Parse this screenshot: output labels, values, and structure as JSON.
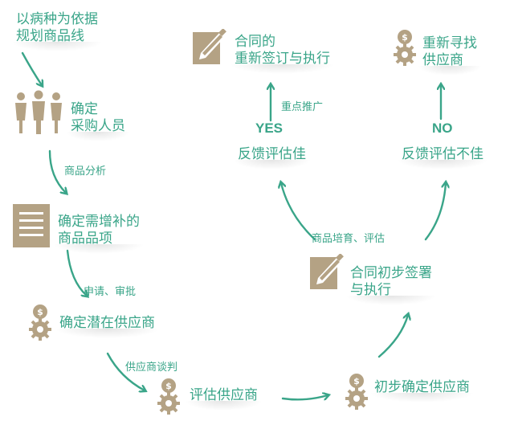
{
  "nodes": {
    "plan_lines": [
      "以病种为依据",
      "规划商品线"
    ],
    "confirm_buyers": [
      "确定",
      "采购人员"
    ],
    "confirm_items": [
      "确定需增补的",
      "商品品项"
    ],
    "potential_suppliers": "确定潜在供应商",
    "evaluate_suppliers": "评估供应商",
    "initial_supplier": "初步确定供应商",
    "initial_contract": [
      "合同初步签署",
      "与执行"
    ],
    "feedback_good": "反馈评估佳",
    "feedback_bad": "反馈评估不佳",
    "contract_renew": [
      "合同的",
      "重新签订与执行"
    ],
    "find_new_supplier": [
      "重新寻找",
      "供应商"
    ]
  },
  "labels": {
    "product_analysis": "商品分析",
    "apply_approve": "申请、审批",
    "supplier_negotiation": "供应商谈判",
    "cultivate_evaluate": "商品培育、评估",
    "key_promotion": "重点推广",
    "yes": "YES",
    "no": "NO"
  },
  "colors": {
    "accent": "#3aa589",
    "icon": "#b4a284"
  },
  "icons": [
    "people-icon",
    "document-list-icon",
    "gear-coin-icon",
    "pen-paper-icon"
  ]
}
